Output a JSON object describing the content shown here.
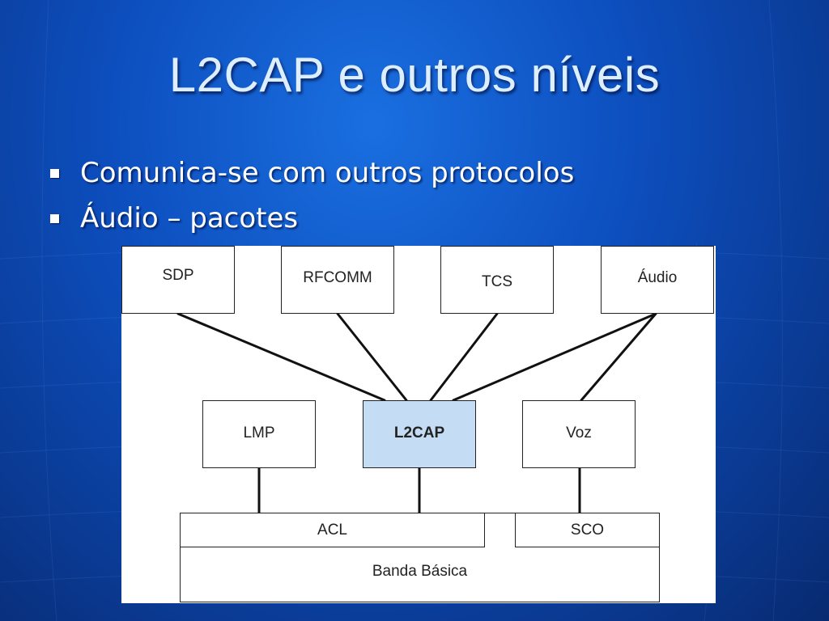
{
  "slide": {
    "title": "L2CAP e outros níveis",
    "bullets": [
      "Comunica-se com outros protocolos",
      "Áudio – pacotes"
    ]
  },
  "diagram": {
    "upper_layer": [
      "SDP",
      "RFCOMM",
      "TCS",
      "Áudio"
    ],
    "middle_layer": [
      "LMP",
      "L2CAP",
      "Voz"
    ],
    "links": [
      "ACL",
      "SCO"
    ],
    "base": "Banda Básica",
    "highlight": "L2CAP",
    "highlight_color": "#c5dcf5"
  }
}
